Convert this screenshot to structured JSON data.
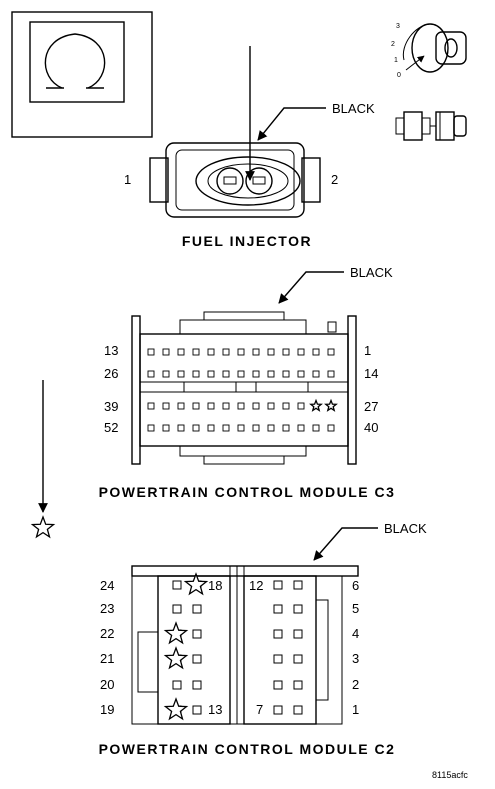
{
  "symbols": {
    "ohm_icon": "ohmmeter-icon",
    "ignition_icon": "ignition-key-icon",
    "connector_icon": "connector-disconnect-icon",
    "star_icon": "star-marker-icon"
  },
  "ignition_positions": [
    "3",
    "2",
    "1",
    "0"
  ],
  "fuel_injector": {
    "title": "FUEL INJECTOR",
    "color": "BLACK",
    "pin_left": "1",
    "pin_right": "2"
  },
  "pcm_c3": {
    "title": "POWERTRAIN CONTROL MODULE C3",
    "color": "BLACK",
    "pins": [
      "13",
      "1",
      "26",
      "14",
      "39",
      "27",
      "52",
      "40"
    ]
  },
  "pcm_c2": {
    "title": "POWERTRAIN CONTROL MODULE C2",
    "color": "BLACK",
    "left_pins": [
      "24",
      "23",
      "22",
      "21",
      "20",
      "19"
    ],
    "right_pins": [
      "6",
      "5",
      "4",
      "3",
      "2",
      "1"
    ],
    "inner_pins": [
      "18",
      "12",
      "13",
      "7"
    ]
  },
  "figure_code": "8115acfc"
}
